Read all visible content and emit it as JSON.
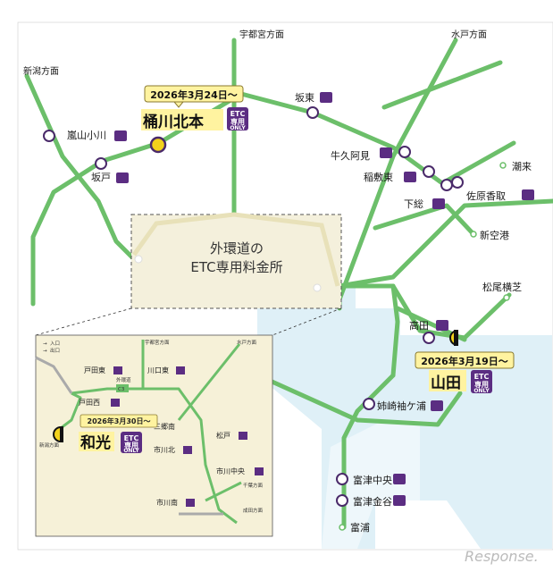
{
  "directions": {
    "niigata": "新潟方面",
    "utsunomiya": "宇都宮方面",
    "mito": "水戸方面"
  },
  "etc_badge": {
    "line1": "ETC",
    "line2": "専用",
    "line3": "ONLY"
  },
  "highlighted": {
    "okegawa": {
      "date": "2026年3月24日〜",
      "name": "桶川北本"
    },
    "yamada": {
      "date": "2026年3月19日〜",
      "name": "山田"
    },
    "wako": {
      "date": "2026年3月30日〜",
      "name": "和光"
    }
  },
  "stations": {
    "ranzan": "嵐山小川",
    "sakado": "坂戸",
    "bando": "坂東",
    "ushiku": "牛久阿見",
    "inashiki": "稲敷東",
    "shimofusa": "下総",
    "sawara": "佐原香取",
    "itako": "潮来",
    "shinkuko": "新空港",
    "matsuo": "松尾横芝",
    "takada": "高田",
    "anegasaki": "姉崎袖ケ浦",
    "futtsu_chuo": "富津中央",
    "futtsu_kanaya": "富津金谷",
    "tomiura": "富浦"
  },
  "gaikan_title": {
    "line1": "外環道の",
    "line2": "ETC専用料金所"
  },
  "inset": {
    "legend_in": "入口",
    "legend_out": "出口",
    "todahigashi": "戸田東",
    "todanishi": "戸田西",
    "kawaguchihigashi": "川口東",
    "misato": "三郷南",
    "matsudo": "松戸",
    "ichikawakita": "市川北",
    "ichikawachuo": "市川中央",
    "ichikawaminami": "市川南",
    "gaikan_label": "外環道",
    "c3": "C3",
    "dir_utsunomiya": "宇都宮方面",
    "dir_mito": "水戸方面",
    "dir_niigata": "新潟方面",
    "dir_chiba": "千葉方面",
    "dir_narita": "成田方面"
  },
  "watermark": "Response."
}
